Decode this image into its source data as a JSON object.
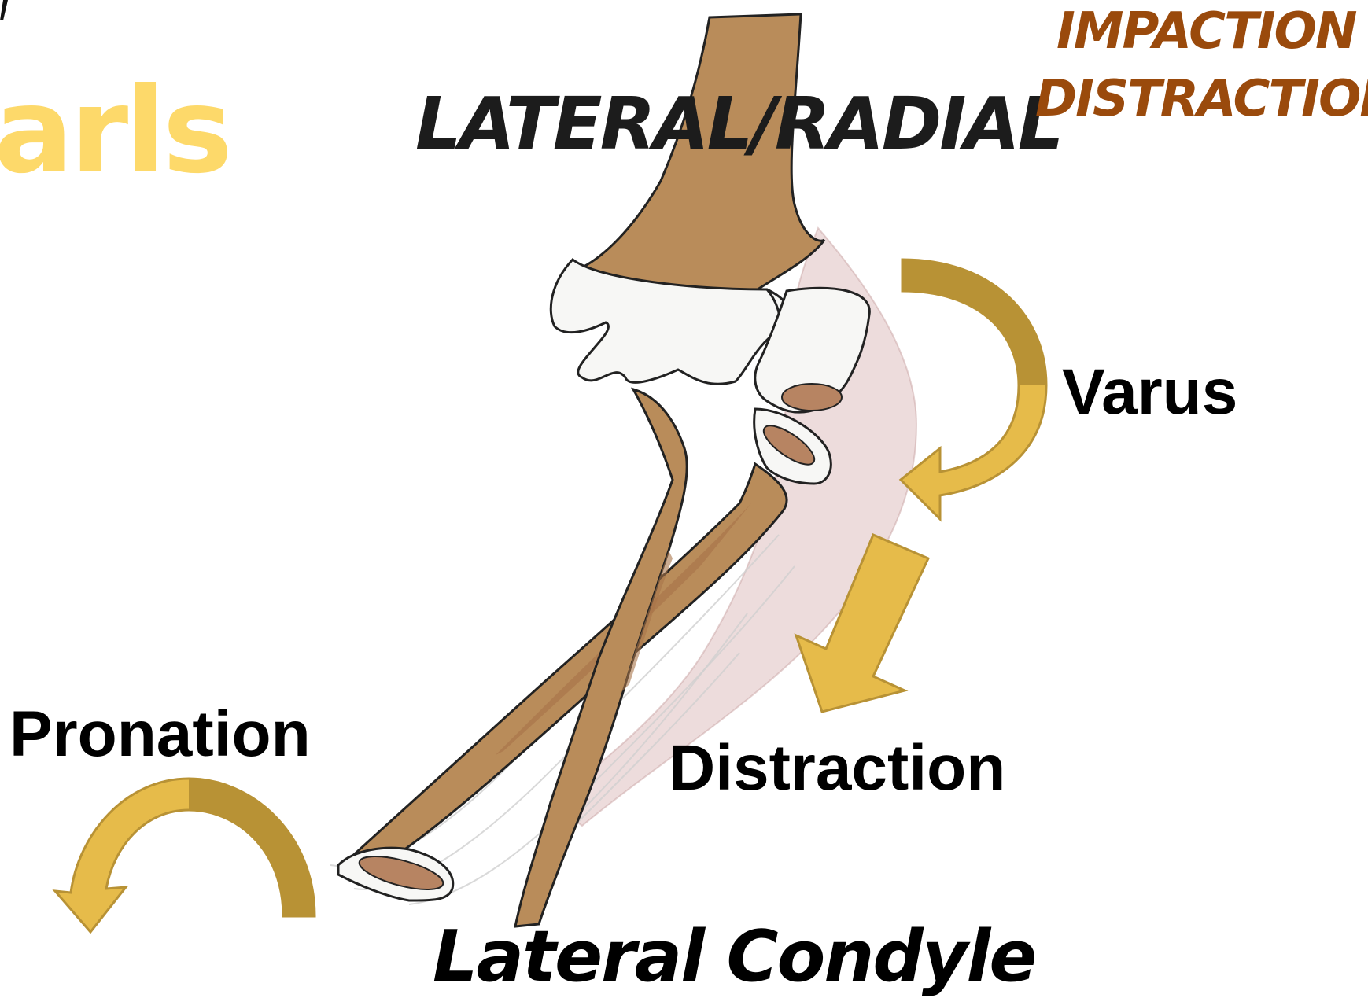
{
  "labels": {
    "pearls_partial": "arls",
    "header": "LATERAL/RADIAL",
    "impaction": "IMPACTION",
    "distraction_header": "DISTRACTION",
    "varus": "Varus",
    "pronation": "Pronation",
    "distraction": "Distraction",
    "lateral_condyle": "Lateral Condyle"
  },
  "colors": {
    "pearls": "#fdd96a",
    "header": "#1c1c1c",
    "impaction_text": "#9a4a0c",
    "bone": "#b98c5a",
    "bone_dark": "#a9754a",
    "cartilage": "#f7f7f5",
    "ligament": "#d8b2b2",
    "arrow_light": "#e6bb4a",
    "arrow_dark": "#b89235",
    "outline": "#222222"
  },
  "icons": {
    "varus": "curved-arrow-icon",
    "distraction": "down-arrow-icon",
    "pronation": "arch-arrow-icon"
  }
}
